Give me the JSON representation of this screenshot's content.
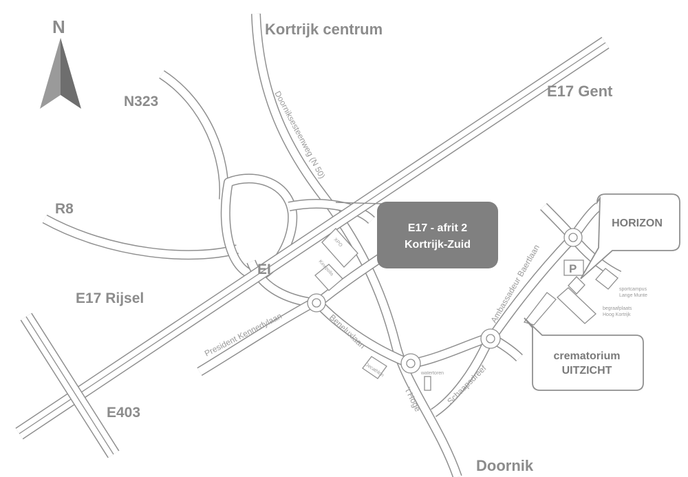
{
  "north": {
    "label": "N",
    "icon": "north-arrow-icon"
  },
  "labels": {
    "kortrijk_centrum": "Kortrijk centrum",
    "e17_gent": "E17 Gent",
    "n323": "N323",
    "r8": "R8",
    "e17_rijsel": "E17 Rijsel",
    "e403": "E403",
    "doornik": "Doornik",
    "ei": "EI"
  },
  "streets": {
    "doorniksesteenweg": "Doorniksesteenweg (N 50)",
    "president_kennedylaan": "President Kennedylaan",
    "beneluxlaan": "Beneluxlaan",
    "t_hoge": "'t Hoge",
    "schaapsdreef": "Schaapsdreef",
    "ambassadeur_baertlaan": "Ambassadeur Baertlaan"
  },
  "places": {
    "xpo": "XPO",
    "kinepolis": "Kinepolis",
    "decathlon": "Decathlon",
    "watertoren": "watertoren",
    "sportcampus_1": "sportcampus",
    "sportcampus_2": "Lange Munte",
    "begraafplaats_1": "begraafplaats",
    "begraafplaats_2": "Hoog Kortrijk",
    "parking": "P"
  },
  "callouts": {
    "exit_line1": "E17 - afrit 2",
    "exit_line2": "Kortrijk-Zuid",
    "horizon": "HORIZON",
    "crematorium_line1": "crematorium",
    "crematorium_line2": "UITZICHT"
  },
  "colors": {
    "road_outline": "#8f8f8f",
    "label_gray": "#8c8c8c",
    "callout_fill": "#808080",
    "callout_text": "#ffffff"
  }
}
